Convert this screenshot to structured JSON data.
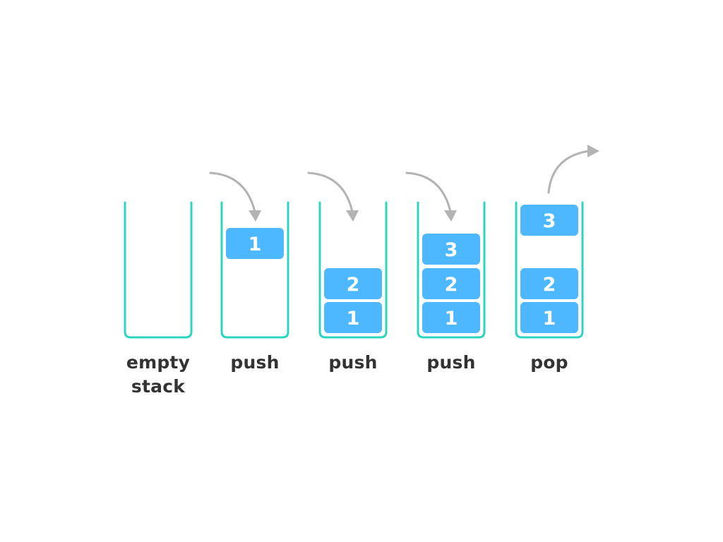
{
  "colors": {
    "container_stroke": "#2dd4bf",
    "item_fill": "#4db8ff",
    "item_text": "#ffffff",
    "arrow": "#b3b3b3",
    "label_text": "#333333"
  },
  "stacks": [
    {
      "label_line1": "empty",
      "label_line2": "stack",
      "items": [],
      "operation": "none"
    },
    {
      "label_line1": "push",
      "label_line2": "",
      "items": [
        "1"
      ],
      "operation": "push"
    },
    {
      "label_line1": "push",
      "label_line2": "",
      "items": [
        "1",
        "2"
      ],
      "operation": "push"
    },
    {
      "label_line1": "push",
      "label_line2": "",
      "items": [
        "1",
        "2",
        "3"
      ],
      "operation": "push"
    },
    {
      "label_line1": "pop",
      "label_line2": "",
      "items": [
        "1",
        "2"
      ],
      "popped_item": "3",
      "operation": "pop"
    }
  ]
}
